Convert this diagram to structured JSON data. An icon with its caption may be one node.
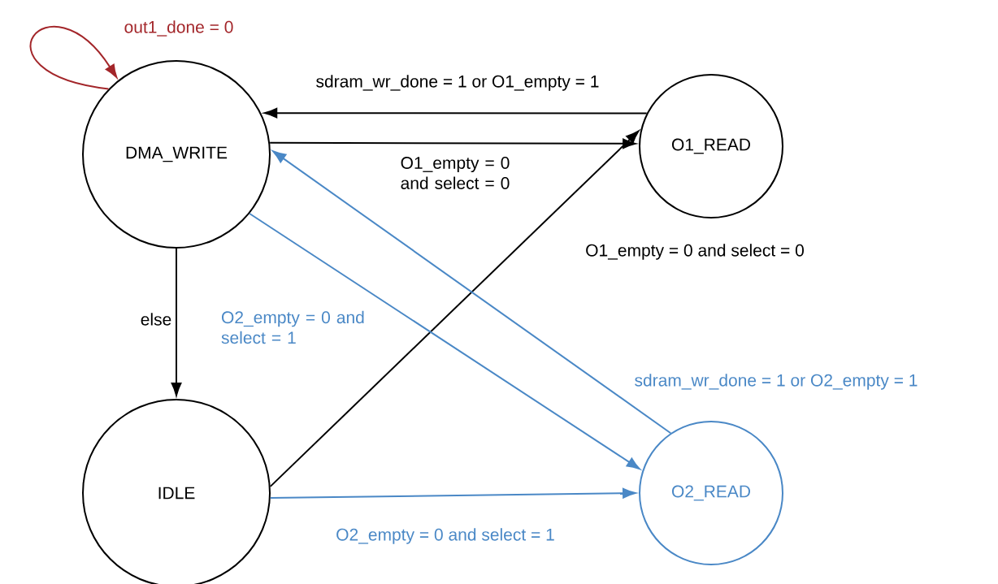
{
  "diagram": {
    "nodes": [
      {
        "text": [
          "DMA_WRITE"
        ]
      },
      {
        "text": [
          "O1_READ"
        ]
      },
      {
        "text": [
          "IDLE"
        ]
      },
      {
        "text": [
          "O2_READ"
        ]
      }
    ],
    "edges": [
      {
        "from": 0,
        "to": 0,
        "arrow": "to",
        "label": "out1_done = 0",
        "color": "#a3262a"
      },
      {
        "from": 1,
        "to": 0,
        "arrow": "to",
        "label": "sdram_wr_done = 1 or O1_empty = 1"
      },
      {
        "from": 0,
        "to": 1,
        "arrow": "to",
        "label": "O1_empty = 0 and select = 0"
      },
      {
        "from": 0,
        "to": 2,
        "arrow": "to",
        "label": "else"
      },
      {
        "from": 2,
        "to": 1,
        "arrow": "to",
        "label": "O1_empty = 0 and select = 0"
      },
      {
        "from": 0,
        "to": 3,
        "arrow": "to",
        "label": "O2_empty = 0 and select = 1",
        "color": "#4a88c6"
      },
      {
        "from": 3,
        "to": 0,
        "arrow": "to",
        "label": "sdram_wr_done = 1 or O2_empty = 1",
        "color": "#4a88c6"
      },
      {
        "from": 2,
        "to": 3,
        "arrow": "to",
        "label": "O2_empty = 0 and select = 1",
        "color": "#4a88c6"
      }
    ]
  }
}
